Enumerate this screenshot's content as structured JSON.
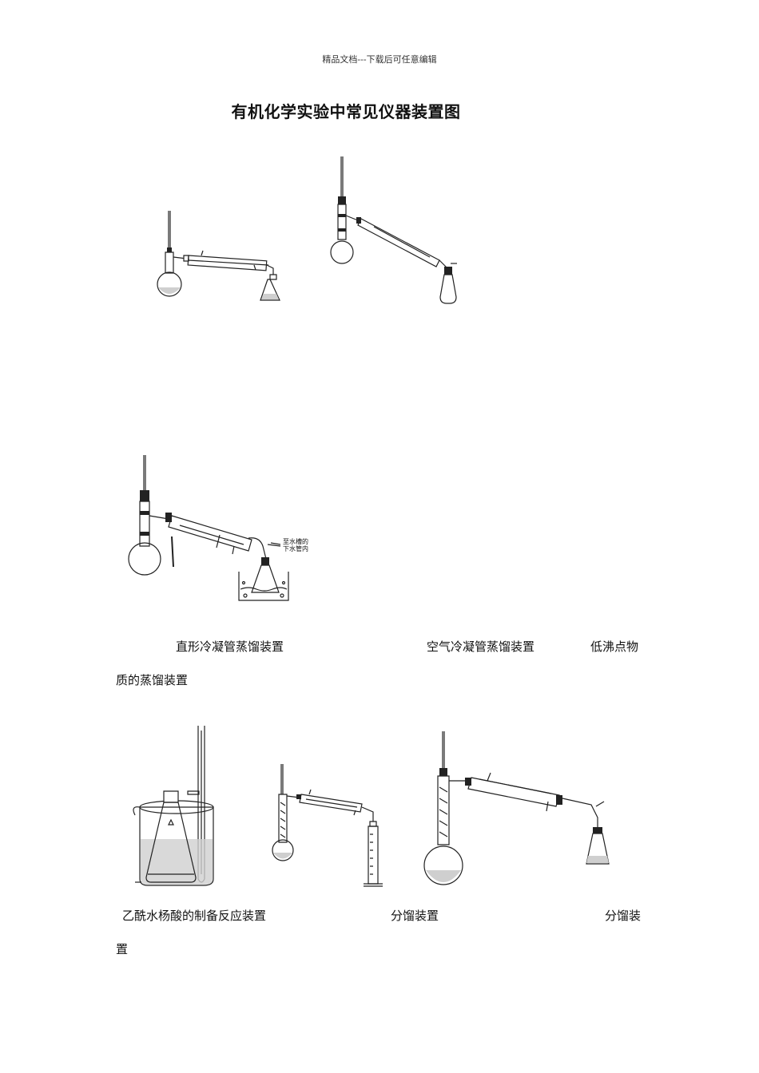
{
  "header": {
    "text": "精品文档---下载后可任意编辑"
  },
  "title": "有机化学实验中常见仪器装置图",
  "figures": {
    "row1": [
      {
        "caption": "直形冷凝管蒸馏装置"
      },
      {
        "caption": "空气冷凝管蒸馏装置"
      },
      {
        "caption_part1": "低沸点物",
        "caption_part2": "质的蒸馏装置",
        "annotation_line1": "至水槽的",
        "annotation_line2": "下水管内"
      }
    ],
    "row2": [
      {
        "caption": "乙酰水杨酸的制备反应装置"
      },
      {
        "caption": "分馏装置"
      },
      {
        "caption_part1": "分馏装",
        "caption_part2": "置"
      }
    ]
  }
}
